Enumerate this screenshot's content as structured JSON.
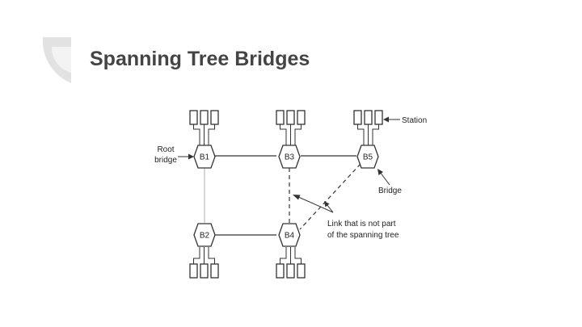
{
  "slide": {
    "title": "Spanning Tree Bridges"
  },
  "diagram": {
    "bridges": [
      {
        "id": "B1",
        "label": "B1"
      },
      {
        "id": "B2",
        "label": "B2"
      },
      {
        "id": "B3",
        "label": "B3"
      },
      {
        "id": "B4",
        "label": "B4"
      },
      {
        "id": "B5",
        "label": "B5"
      }
    ],
    "annotations": {
      "root_bridge_line1": "Root",
      "root_bridge_line2": "bridge",
      "station": "Station",
      "bridge": "Bridge",
      "non_tree_link_line1": "Link that is not part",
      "non_tree_link_line2": "of the spanning tree"
    }
  }
}
